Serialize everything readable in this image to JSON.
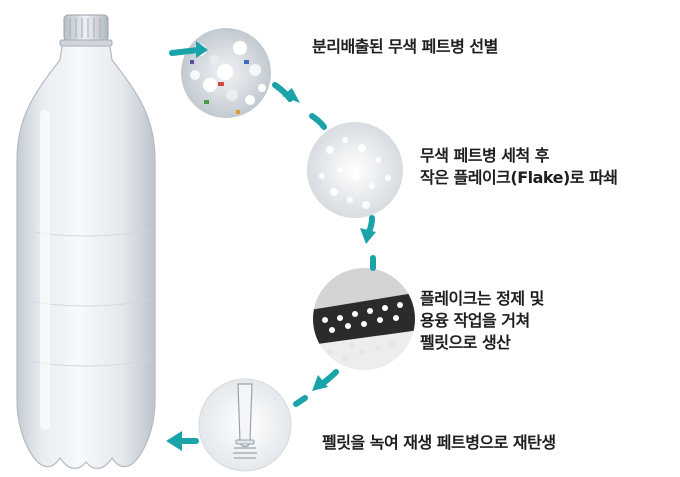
{
  "steps": [
    {
      "id": "sorting",
      "lines": [
        "분리배출된 무색 페트병 선별"
      ],
      "icon": "mixed-flakes-photo"
    },
    {
      "id": "crushing",
      "lines": [
        "무색 페트병 세척 후",
        "작은 플레이크(Flake)로 파쇄"
      ],
      "icon": "white-flakes-photo"
    },
    {
      "id": "pelletizing",
      "lines": [
        "플레이크는 정제 및",
        "용융 작업을 거쳐",
        "펠릿으로 생산"
      ],
      "icon": "pellets-photo"
    },
    {
      "id": "reborn",
      "lines": [
        "펠릿을 녹여 재생 페트병으로 재탄생"
      ],
      "icon": "preform-photo"
    }
  ],
  "colors": {
    "arrow": "#1aa3a8",
    "text": "#1e1e1e"
  }
}
